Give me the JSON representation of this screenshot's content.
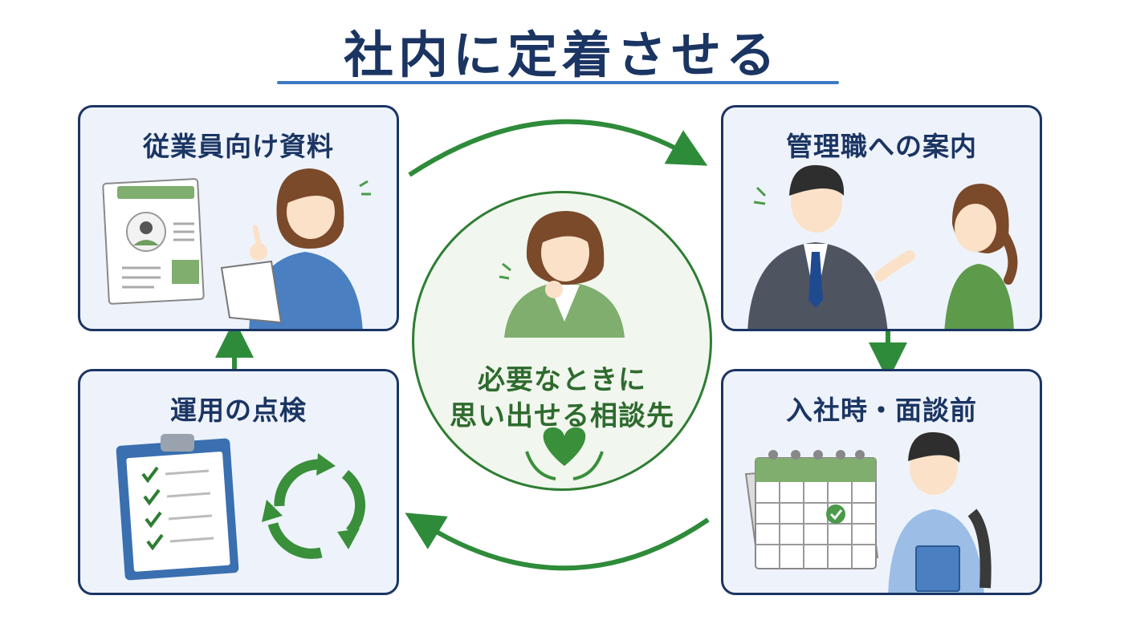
{
  "title": "社内に定着させる",
  "cards": {
    "employee_materials": "従業員向け資料",
    "manager_guidance": "管理職への案内",
    "operation_check": "運用の点検",
    "onboarding_interview": "入社時・面談前"
  },
  "center": {
    "line1": "必要なときに",
    "line2": "思い出せる相談先"
  },
  "colors": {
    "navy": "#1b3563",
    "green": "#2e7d32",
    "card_bg": "#eef3fb",
    "accent_blue": "#3d7ac4"
  }
}
